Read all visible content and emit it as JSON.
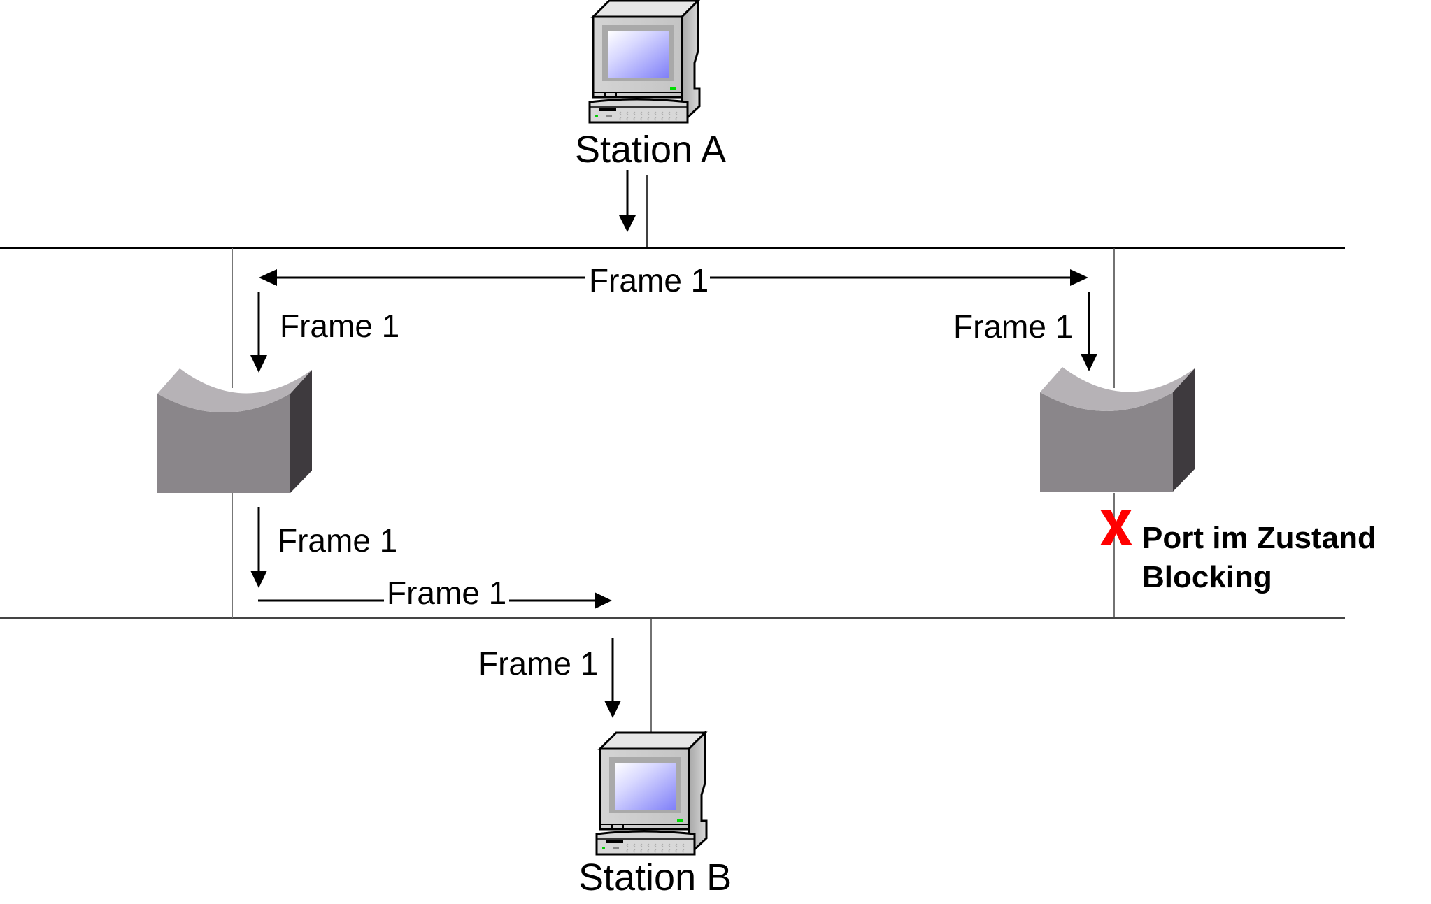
{
  "diagram": {
    "title": "Spanning Tree – frame forwarding with a blocking port",
    "stations": [
      {
        "id": "A",
        "label": "Station A",
        "icon": "computer-icon"
      },
      {
        "id": "B",
        "label": "Station B",
        "icon": "computer-icon"
      }
    ],
    "bridges": [
      {
        "id": "left",
        "icon": "bridge-icon"
      },
      {
        "id": "right",
        "icon": "bridge-icon"
      }
    ],
    "segments": [
      {
        "id": "upper-lan",
        "description": "LAN segment connecting Station A with both bridges"
      },
      {
        "id": "lower-lan",
        "description": "LAN segment connecting both bridges with Station B"
      }
    ],
    "frame_labels": {
      "top_horizontal": "Frame 1",
      "into_left_bridge": "Frame 1",
      "into_right_bridge": "Frame 1",
      "out_of_left_bridge": "Frame 1",
      "lower_horizontal": "Frame 1",
      "to_station_b": "Frame 1"
    },
    "blocking": {
      "marker": "X",
      "line1": "Port im Zustand",
      "line2": "Blocking",
      "color": "#ff0000"
    },
    "colors": {
      "bridge_front": "#8a868a",
      "bridge_top": "#b6b2b6",
      "bridge_side": "#3e3a3e",
      "screen_start": "#ffffff",
      "screen_end": "#7f7fff",
      "led": "#00dd00"
    }
  }
}
